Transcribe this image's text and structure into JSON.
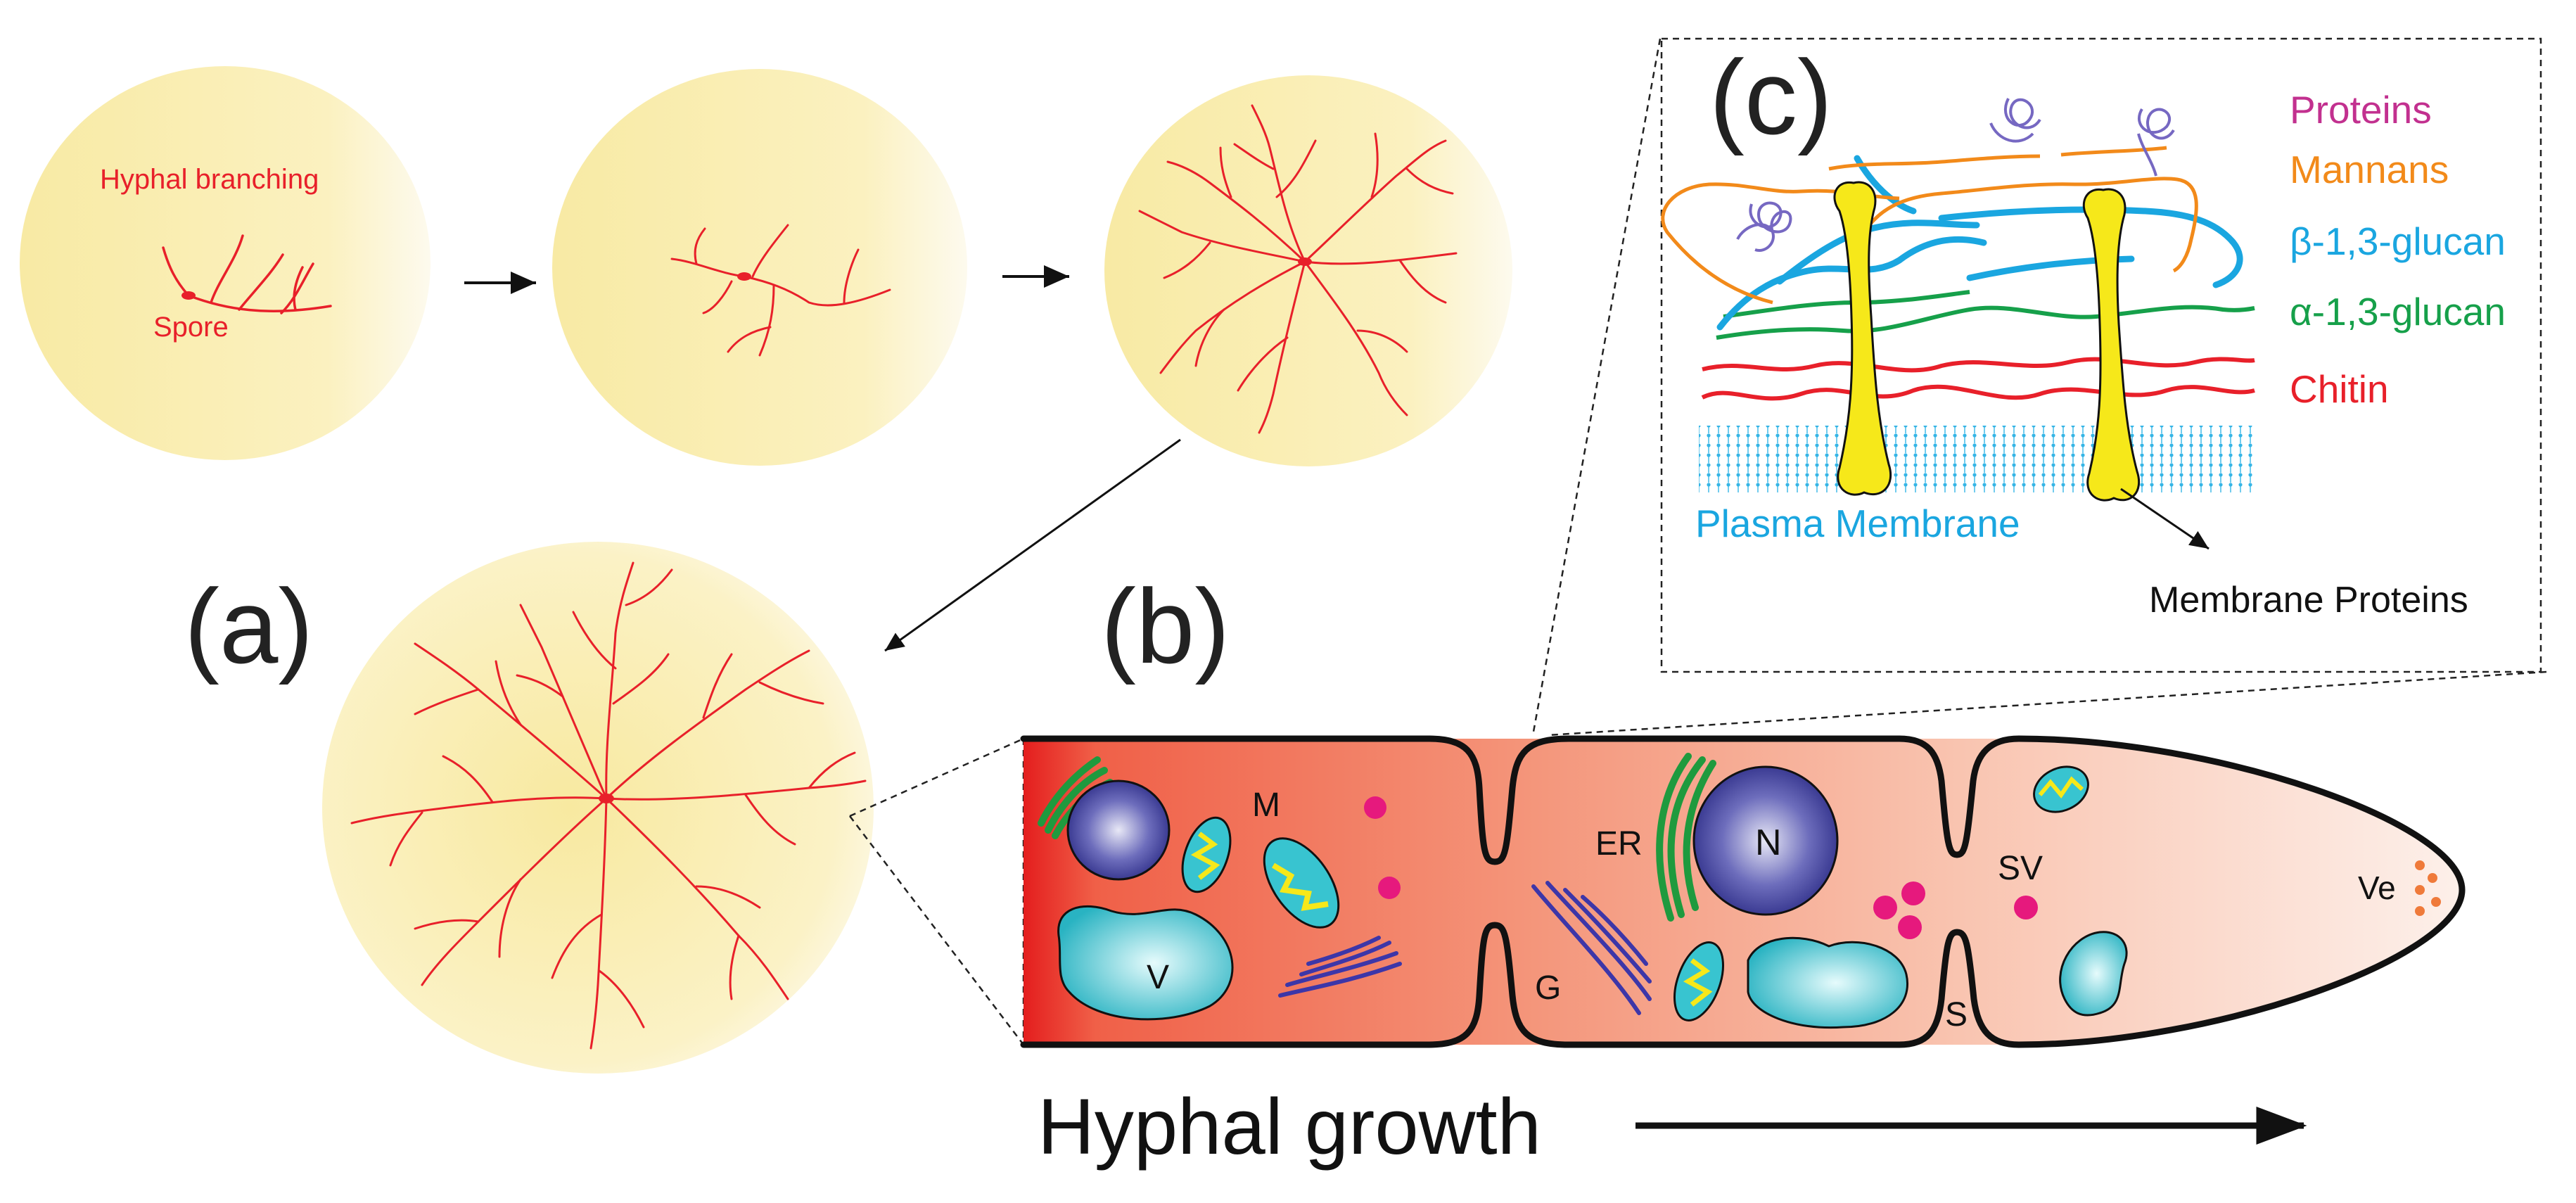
{
  "panel_a": {
    "label": "(a)",
    "hyphal_branching": "Hyphal branching",
    "spore": "Spore"
  },
  "panel_b": {
    "label": "(b)",
    "organelles": {
      "mitochondria": "M",
      "vacuole": "V",
      "golgi": "G",
      "er": "ER",
      "nucleus": "N",
      "secretory_vesicles": "SV",
      "septum": "S",
      "vesicles": "Ve"
    },
    "growth_caption": "Hyphal growth"
  },
  "panel_c": {
    "label": "(c)",
    "legend": [
      {
        "text": "Proteins",
        "color": "#c2308f"
      },
      {
        "text": "Mannans",
        "color": "#f28a1a"
      },
      {
        "text": "β-1,3-glucan",
        "color": "#1aa6e0"
      },
      {
        "text": "α-1,3-glucan",
        "color": "#16a04a"
      },
      {
        "text": "Chitin",
        "color": "#e8202a"
      }
    ],
    "plasma_membrane": "Plasma Membrane",
    "membrane_proteins": "Membrane Proteins"
  },
  "colors": {
    "colony_fill": "#fbf1b6",
    "hyphae": "#e8202a",
    "cell_outline": "#111111",
    "nucleus": "#3a3a9a",
    "vacuole": "#38c4d0",
    "membrane_protein": "#f6e81a"
  }
}
